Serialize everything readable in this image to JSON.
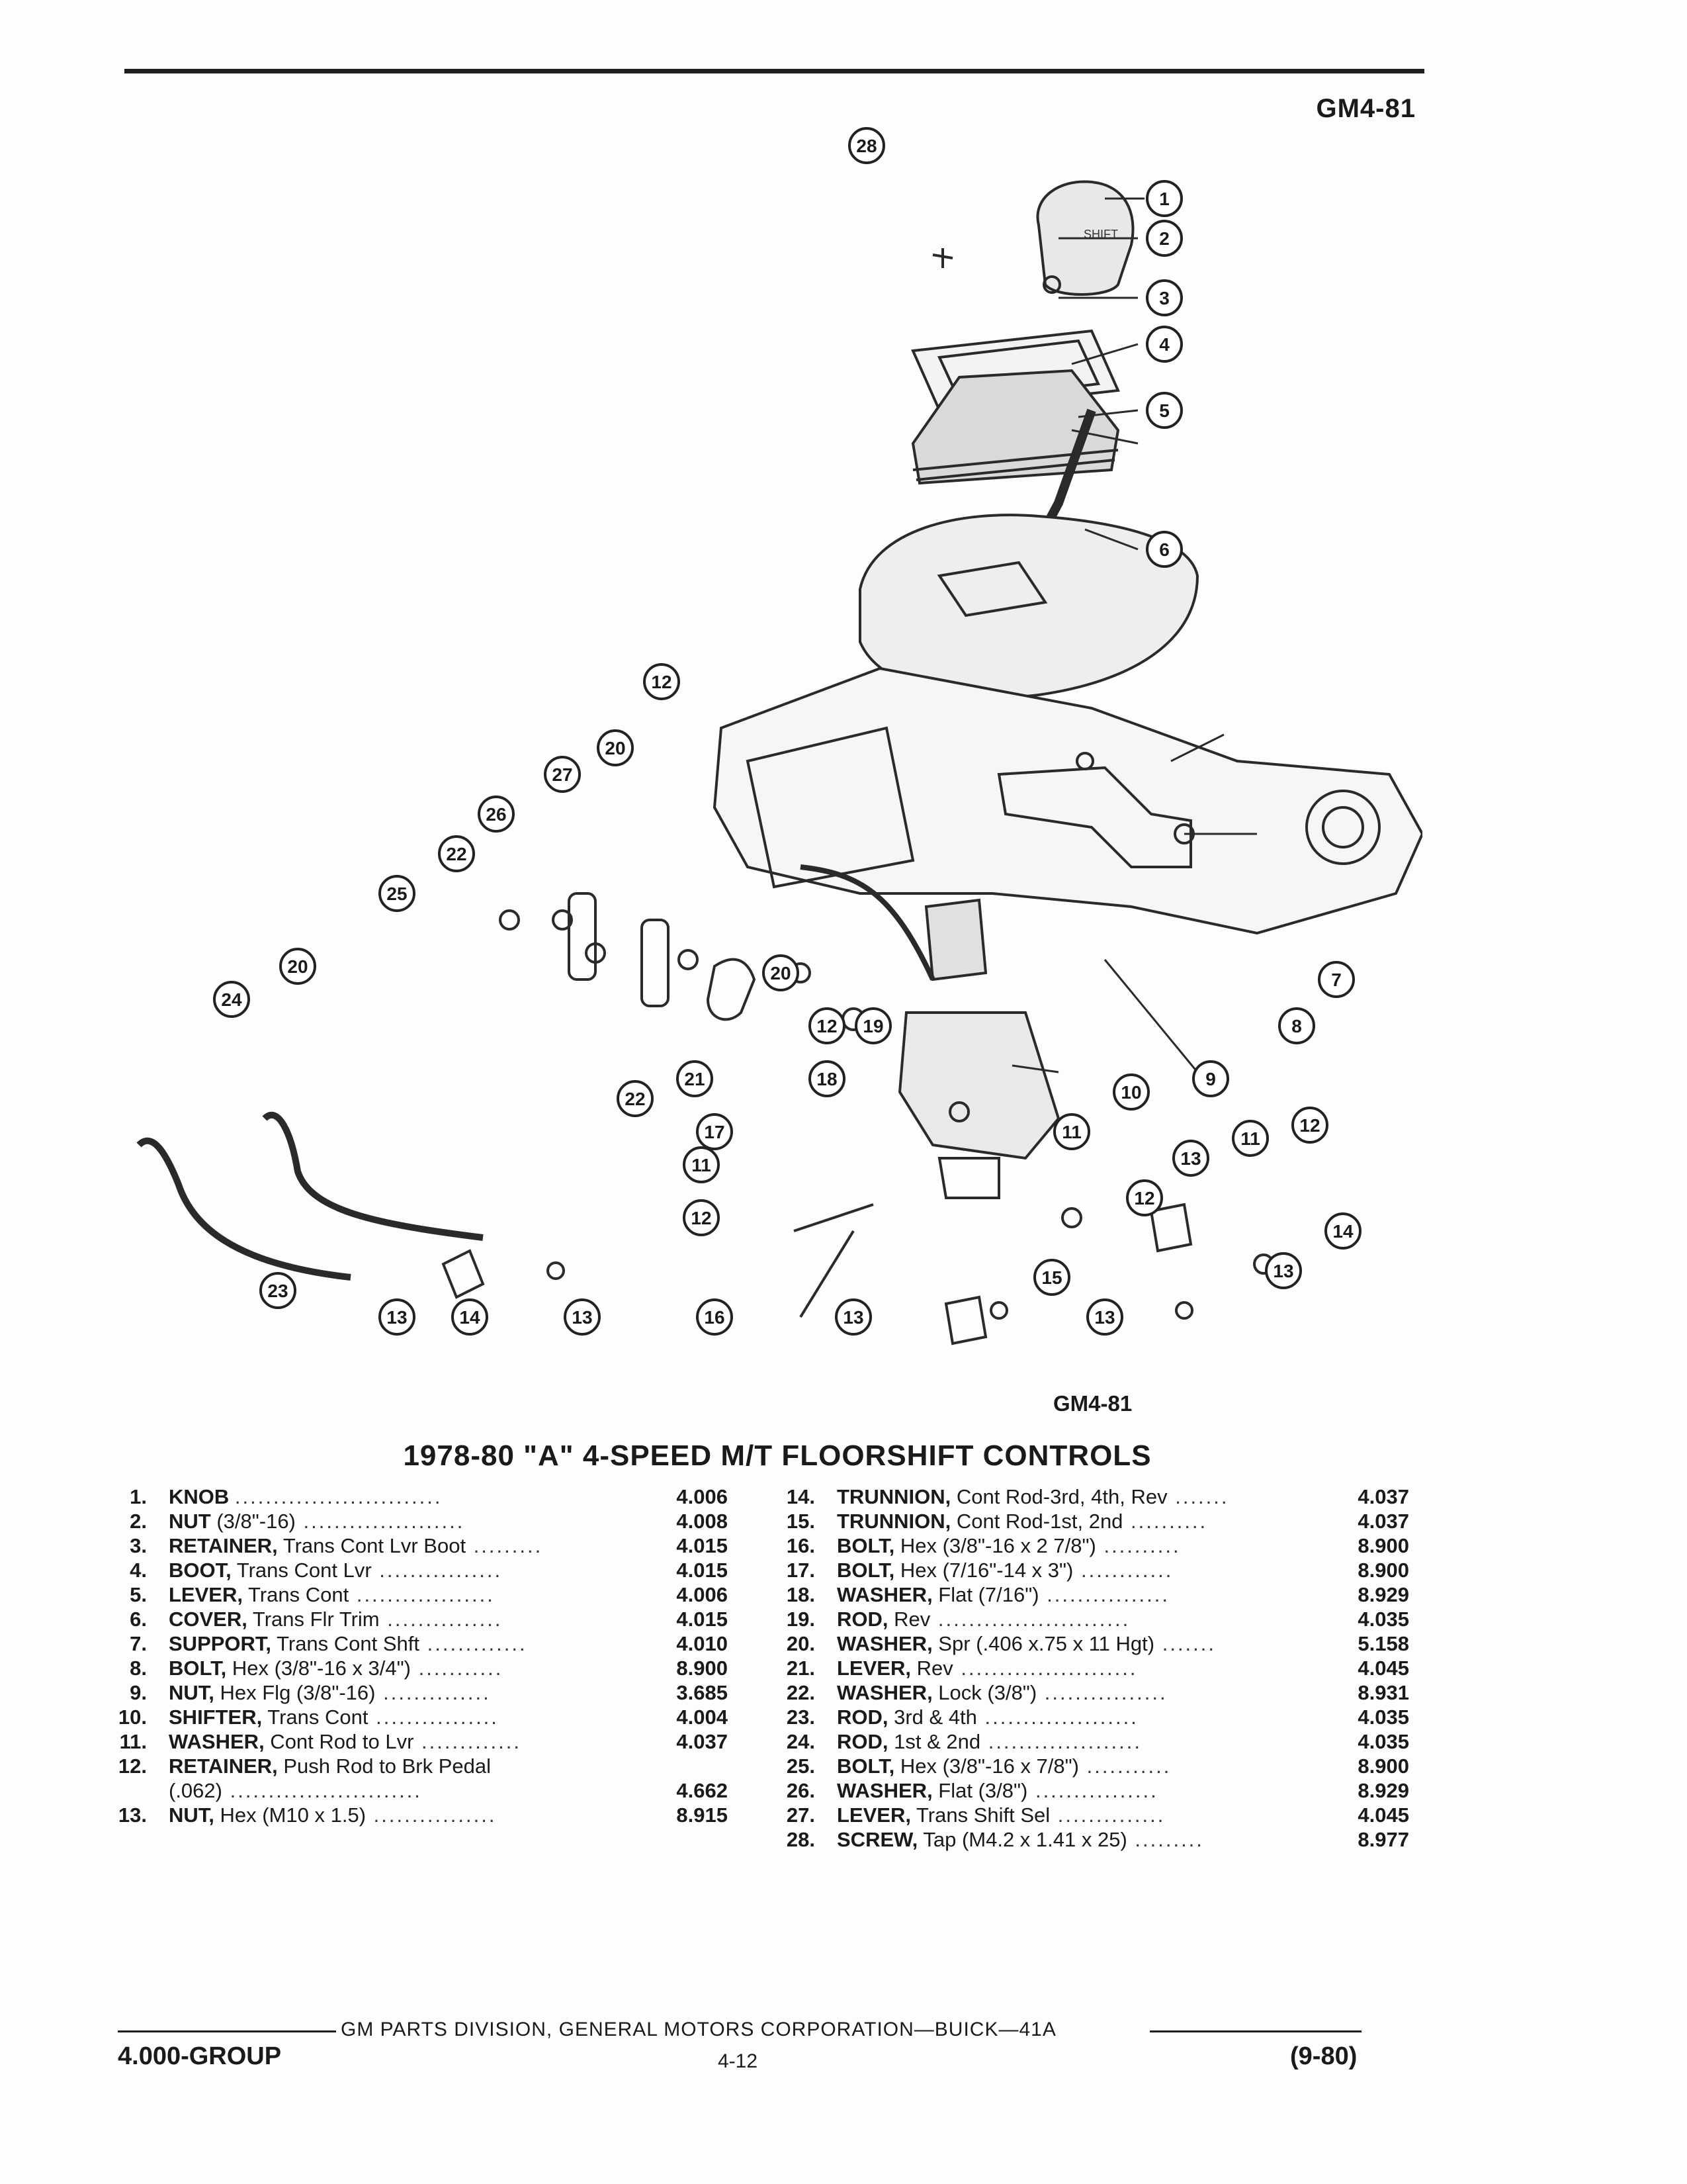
{
  "header": {
    "code": "GM4-81"
  },
  "diagram": {
    "caption_code": "GM4-81",
    "knob_lettering": "SHIFT"
  },
  "title": "1978-80 \"A\" 4-SPEED M/T FLOORSHIFT CONTROLS",
  "parts_left": [
    {
      "num": "1.",
      "name": "KNOB",
      "desc": "",
      "code": "4.006"
    },
    {
      "num": "2.",
      "name": "NUT",
      "desc": "(3/8\"-16)",
      "code": "4.008"
    },
    {
      "num": "3.",
      "name": "RETAINER,",
      "desc": "Trans Cont Lvr Boot",
      "code": "4.015"
    },
    {
      "num": "4.",
      "name": "BOOT,",
      "desc": "Trans Cont Lvr",
      "code": "4.015"
    },
    {
      "num": "5.",
      "name": "LEVER,",
      "desc": "Trans Cont",
      "code": "4.006"
    },
    {
      "num": "6.",
      "name": "COVER,",
      "desc": "Trans Flr Trim",
      "code": "4.015"
    },
    {
      "num": "7.",
      "name": "SUPPORT,",
      "desc": "Trans Cont Shft",
      "code": "4.010"
    },
    {
      "num": "8.",
      "name": "BOLT,",
      "desc": "Hex (3/8\"-16 x 3/4\")",
      "code": "8.900"
    },
    {
      "num": "9.",
      "name": "NUT,",
      "desc": "Hex Flg (3/8\"-16)",
      "code": "3.685"
    },
    {
      "num": "10.",
      "name": "SHIFTER,",
      "desc": "Trans Cont",
      "code": "4.004"
    },
    {
      "num": "11.",
      "name": "WASHER,",
      "desc": "Cont Rod to Lvr",
      "code": "4.037"
    },
    {
      "num": "12.",
      "name": "RETAINER,",
      "desc": "Push Rod to Brk Pedal",
      "code": ""
    },
    {
      "num": "",
      "name": "",
      "desc": "(.062)",
      "code": "4.662"
    },
    {
      "num": "13.",
      "name": "NUT,",
      "desc": "Hex (M10 x 1.5)",
      "code": "8.915"
    }
  ],
  "parts_right": [
    {
      "num": "14.",
      "name": "TRUNNION,",
      "desc": "Cont Rod-3rd, 4th, Rev",
      "code": "4.037"
    },
    {
      "num": "15.",
      "name": "TRUNNION,",
      "desc": "Cont Rod-1st, 2nd",
      "code": "4.037"
    },
    {
      "num": "16.",
      "name": "BOLT,",
      "desc": "Hex (3/8\"-16 x 2 7/8\")",
      "code": "8.900"
    },
    {
      "num": "17.",
      "name": "BOLT,",
      "desc": "Hex (7/16\"-14 x 3\")",
      "code": "8.900"
    },
    {
      "num": "18.",
      "name": "WASHER,",
      "desc": "Flat (7/16\")",
      "code": "8.929"
    },
    {
      "num": "19.",
      "name": "ROD,",
      "desc": "Rev",
      "code": "4.035"
    },
    {
      "num": "20.",
      "name": "WASHER,",
      "desc": "Spr (.406 x.75 x 11 Hgt)",
      "code": "5.158"
    },
    {
      "num": "21.",
      "name": "LEVER,",
      "desc": "Rev",
      "code": "4.045"
    },
    {
      "num": "22.",
      "name": "WASHER,",
      "desc": "Lock (3/8\")",
      "code": "8.931"
    },
    {
      "num": "23.",
      "name": "ROD,",
      "desc": "3rd & 4th",
      "code": "4.035"
    },
    {
      "num": "24.",
      "name": "ROD,",
      "desc": "1st & 2nd",
      "code": "4.035"
    },
    {
      "num": "25.",
      "name": "BOLT,",
      "desc": "Hex (3/8\"-16 x 7/8\")",
      "code": "8.900"
    },
    {
      "num": "26.",
      "name": "WASHER,",
      "desc": "Flat (3/8\")",
      "code": "8.929"
    },
    {
      "num": "27.",
      "name": "LEVER,",
      "desc": "Trans Shift Sel",
      "code": "4.045"
    },
    {
      "num": "28.",
      "name": "SCREW,",
      "desc": "Tap (M4.2 x 1.41 x 25)",
      "code": "8.977"
    }
  ],
  "footer": {
    "division": "GM PARTS DIVISION, GENERAL MOTORS CORPORATION—BUICK—41A",
    "group": "4.000-GROUP",
    "page": "4-12",
    "date": "(9-80)"
  }
}
